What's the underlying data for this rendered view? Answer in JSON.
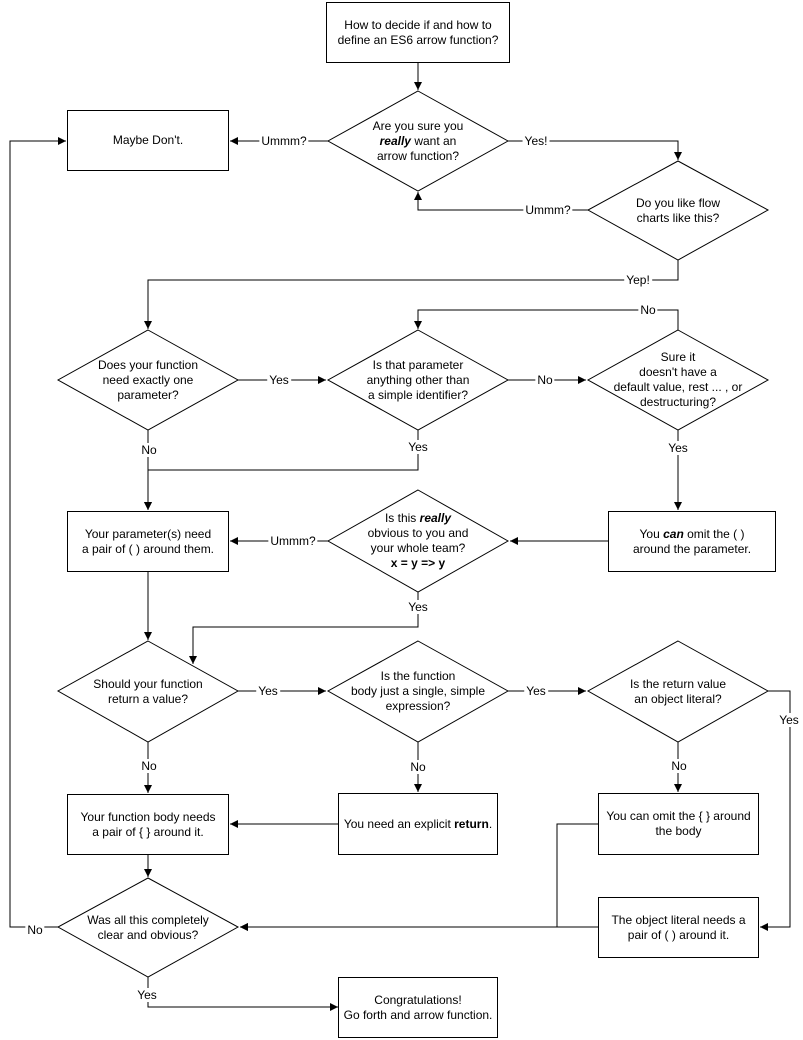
{
  "nodes": {
    "start": {
      "lines": [
        "How to decide if and how to",
        "define an ES6 arrow function?"
      ]
    },
    "sure": {
      "lines": [
        [
          {
            "t": "Are you sure you"
          }
        ],
        [
          {
            "t": "really",
            "b": true,
            "i": true
          },
          {
            "t": " want an"
          }
        ],
        [
          {
            "t": "arrow function?"
          }
        ]
      ]
    },
    "maybe": {
      "lines": [
        "Maybe Don't."
      ]
    },
    "flow": {
      "lines": [
        "Do you like flow",
        "charts like this?"
      ]
    },
    "one_param": {
      "lines": [
        "Does your function",
        "need exactly one",
        "parameter?"
      ]
    },
    "simple_id": {
      "lines": [
        "Is that parameter",
        "anything other than",
        "a simple identifier?"
      ]
    },
    "sure_default": {
      "lines": [
        "Sure it",
        "doesn't have a",
        "default value, rest ... , or",
        "destructuring?"
      ]
    },
    "parens_needed": {
      "lines": [
        "Your parameter(s) need",
        "a pair of ( ) around them."
      ]
    },
    "obvious": {
      "lines": [
        [
          {
            "t": "Is this "
          },
          {
            "t": "really",
            "b": true,
            "i": true
          }
        ],
        [
          {
            "t": "obvious to you and"
          }
        ],
        [
          {
            "t": "your whole team?"
          }
        ],
        [
          {
            "t": "x = y => y",
            "b": true
          }
        ]
      ]
    },
    "omit_parens": {
      "lines": [
        [
          {
            "t": "You "
          },
          {
            "t": "can",
            "b": true,
            "i": true
          },
          {
            "t": " omit the ( )"
          }
        ],
        [
          {
            "t": "around the parameter."
          }
        ]
      ]
    },
    "return_value": {
      "lines": [
        "Should your function",
        "return a value?"
      ]
    },
    "single_expr": {
      "lines": [
        "Is the function",
        "body just a single, simple",
        "expression?"
      ]
    },
    "obj_literal": {
      "lines": [
        "Is the return value",
        "an object literal?"
      ]
    },
    "braces_needed": {
      "lines": [
        "Your function body needs",
        "a pair of { } around it."
      ]
    },
    "explicit_return": {
      "lines": [
        [
          {
            "t": "You need an explicit "
          },
          {
            "t": "return",
            "b": true
          },
          {
            "t": "."
          }
        ]
      ]
    },
    "omit_braces": {
      "lines": [
        "You can omit the { } around",
        "the body"
      ]
    },
    "obj_parens": {
      "lines": [
        "The object literal needs a",
        "pair of ( ) around it."
      ]
    },
    "clear": {
      "lines": [
        "Was all this completely",
        "clear and obvious?"
      ]
    },
    "congrats": {
      "lines": [
        "Congratulations!",
        "Go forth and arrow function."
      ]
    }
  },
  "edge_labels": {
    "sure_maybe": "Ummm?",
    "sure_flow": "Yes!",
    "flow_sure": "Ummm?",
    "flow_onep": "Yep!",
    "onep_simple": "Yes",
    "onep_parens": "No",
    "simple_default": "No",
    "simple_parens": "Yes",
    "default_simple": "No",
    "default_omit": "Yes",
    "obvious_parens": "Ummm?",
    "obvious_return": "Yes",
    "return_expr": "Yes",
    "return_braces": "No",
    "expr_obj": "Yes",
    "expr_explicit": "No",
    "obj_omit": "No",
    "obj_objparens": "Yes",
    "clear_maybe": "No",
    "clear_congrats": "Yes"
  }
}
